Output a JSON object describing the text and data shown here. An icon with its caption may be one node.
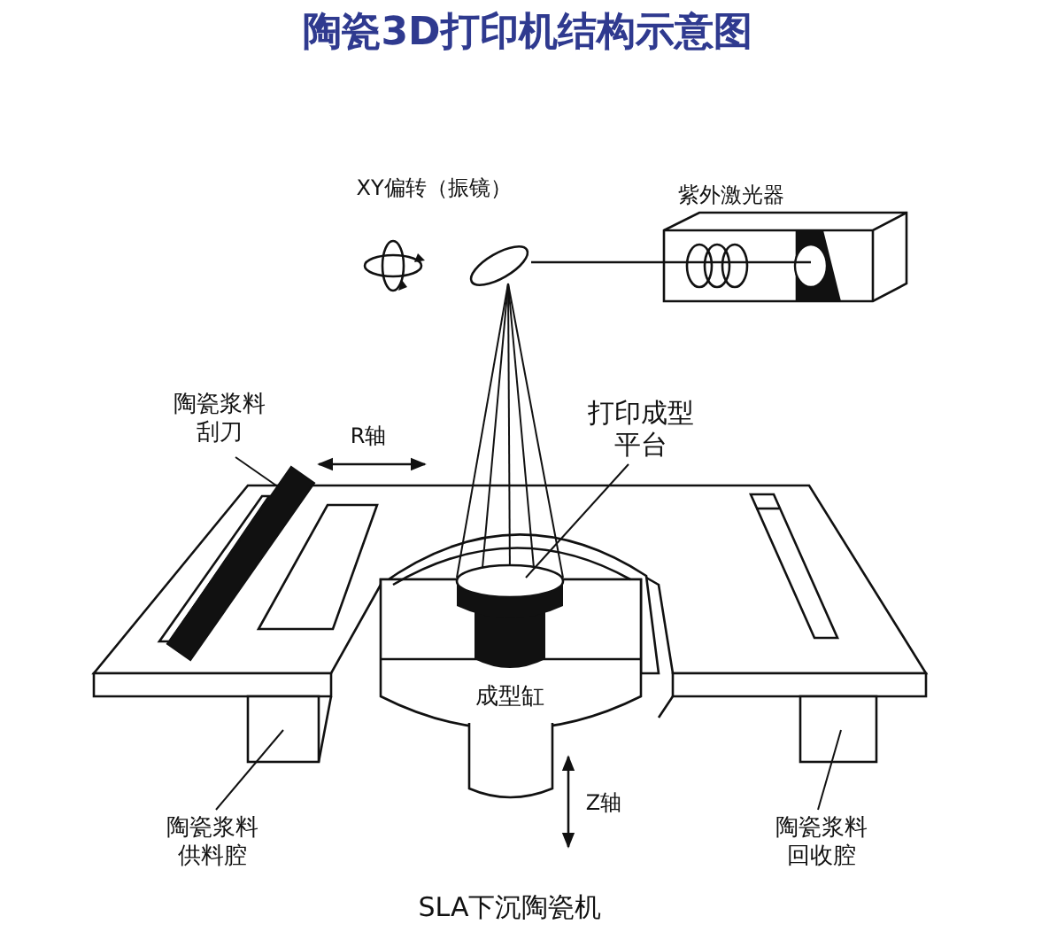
{
  "diagram": {
    "title": "陶瓷3D打印机结构示意图",
    "caption": "SLA下沉陶瓷机",
    "nodes": [
      {
        "text": [
          "陶瓷浆料刮刀"
        ]
      },
      {
        "text": [],
        "shape": "bar"
      },
      {
        "text": [
          "打印成型平台"
        ]
      },
      {
        "text": [],
        "shape": "cylinder"
      },
      {
        "text": [
          "陶瓷浆料供料腔"
        ]
      },
      {
        "text": [],
        "shape": "box"
      },
      {
        "text": [
          "陶瓷浆料回收腔"
        ]
      },
      {
        "text": [],
        "shape": "box"
      }
    ],
    "edges": [
      {
        "from": 0,
        "to": 1,
        "arrow": "none"
      },
      {
        "from": 2,
        "to": 3,
        "arrow": "none"
      },
      {
        "from": 4,
        "to": 5,
        "arrow": "none"
      },
      {
        "from": 6,
        "to": 7,
        "arrow": "none"
      }
    ],
    "labels": [
      "XY偏转（振镜）",
      "紫外激光器",
      "R轴",
      "成型缸",
      "Z轴"
    ]
  }
}
